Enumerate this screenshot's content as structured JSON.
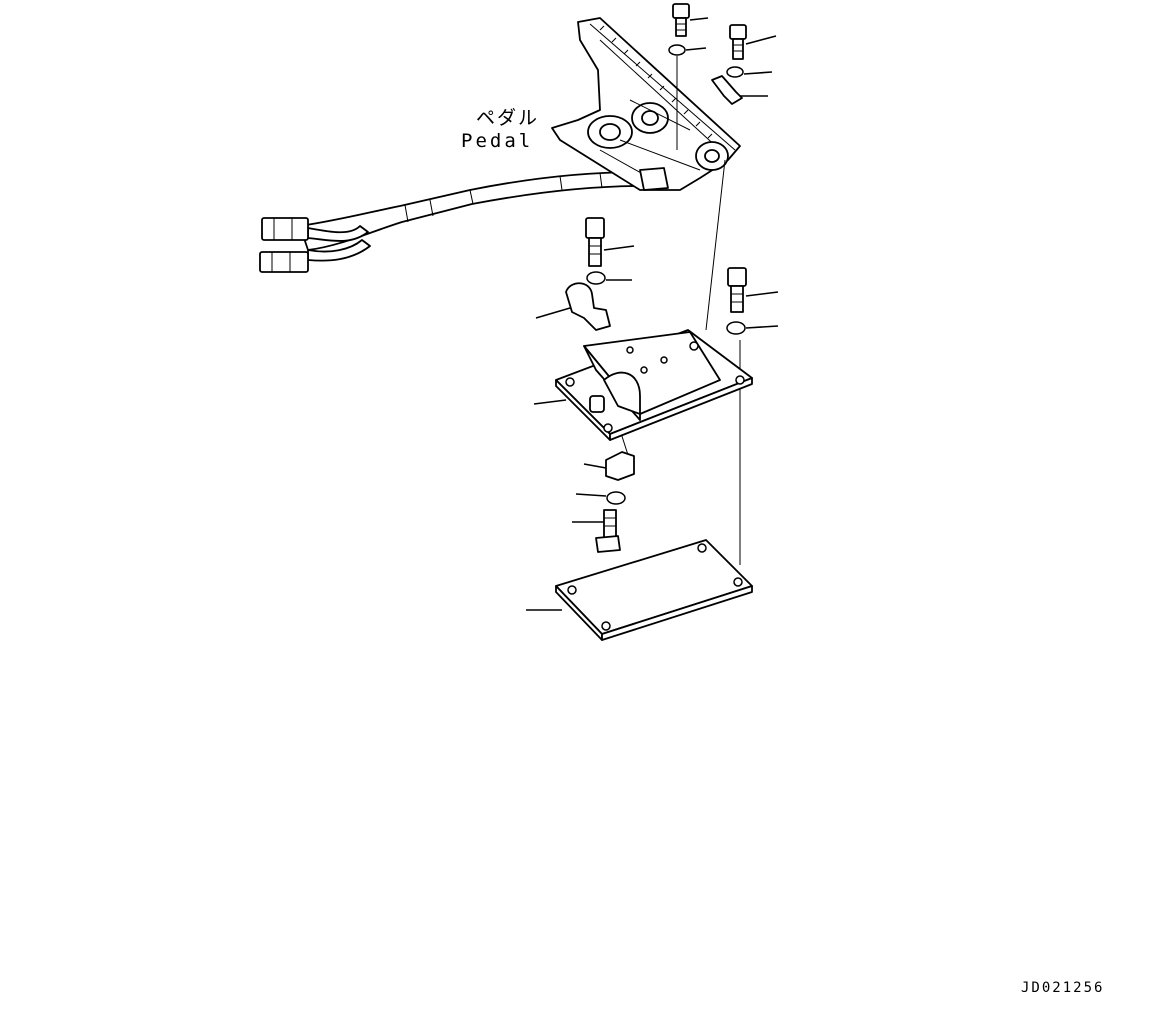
{
  "diagram": {
    "label_japanese": "ペダル",
    "label_english": "Pedal",
    "document_id": "JD021256"
  }
}
